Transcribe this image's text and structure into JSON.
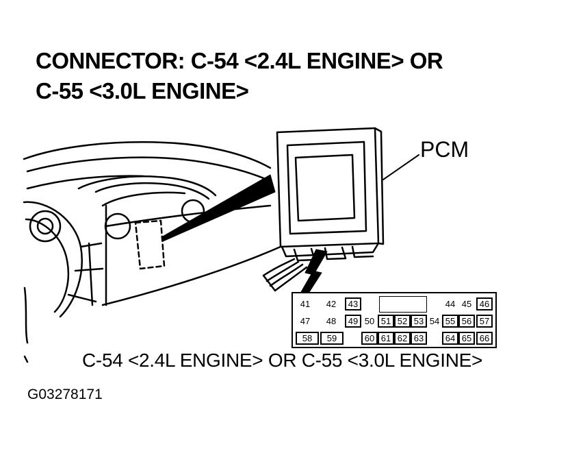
{
  "title": {
    "line1": "CONNECTOR: C-54 <2.4L ENGINE> OR",
    "line2": "C-55 <3.0L ENGINE>"
  },
  "pcm_label": "PCM",
  "connector_caption": "C-54 <2.4L ENGINE> OR C-55 <3.0L ENGINE>",
  "figure_id": "G03278171",
  "connector_pins": {
    "row1": [
      "41",
      "42",
      "43",
      "44",
      "45",
      "46"
    ],
    "row2": [
      "47",
      "48",
      "49",
      "50",
      "51",
      "52",
      "53",
      "54",
      "55",
      "56",
      "57"
    ],
    "row3": [
      "58",
      "59",
      "60",
      "61",
      "62",
      "63",
      "64",
      "65",
      "66"
    ]
  }
}
